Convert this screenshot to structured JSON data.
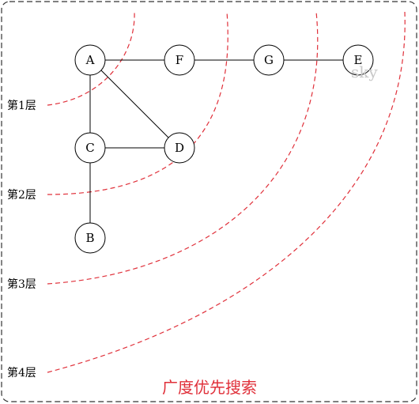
{
  "nodes": [
    {
      "id": "A",
      "label": "A"
    },
    {
      "id": "F",
      "label": "F"
    },
    {
      "id": "G",
      "label": "G"
    },
    {
      "id": "E",
      "label": "E"
    },
    {
      "id": "C",
      "label": "C"
    },
    {
      "id": "D",
      "label": "D"
    },
    {
      "id": "B",
      "label": "B"
    }
  ],
  "edges": [
    {
      "from": "A",
      "to": "F"
    },
    {
      "from": "F",
      "to": "G"
    },
    {
      "from": "G",
      "to": "E"
    },
    {
      "from": "A",
      "to": "C"
    },
    {
      "from": "A",
      "to": "D"
    },
    {
      "from": "C",
      "to": "D"
    },
    {
      "from": "C",
      "to": "B"
    }
  ],
  "layers": [
    {
      "label": "第1层"
    },
    {
      "label": "第2层"
    },
    {
      "label": "第3层"
    },
    {
      "label": "第4层"
    }
  ],
  "caption": "广度优先搜索",
  "watermark": "sky",
  "colors": {
    "border": "#333333",
    "arc": "#e0303a",
    "caption": "#e0303a",
    "node_stroke": "#000000",
    "edge": "#000000",
    "watermark": "#c8c8c8"
  }
}
